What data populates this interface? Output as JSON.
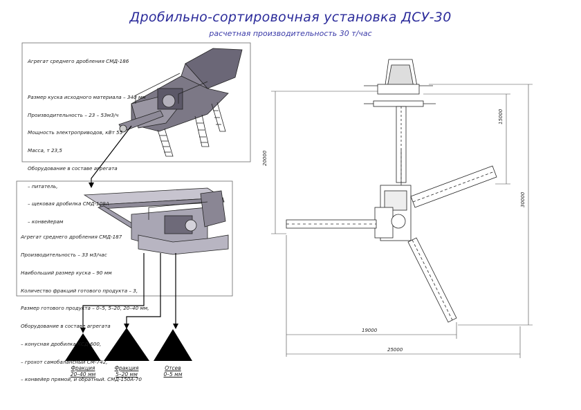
{
  "title": "Дробильно-сортировочная установка ДСУ-30",
  "subtitle": "расчетная производительность 30 т/час",
  "unit1": {
    "lines": [
      "Агрегат среднего дробления СМД-186",
      "",
      "Размер куска исходного материала – 340 мм",
      "Производительность – 23 – 53м3/ч",
      "Мощность электроприводов, кВт 55",
      "Масса, т 23,5",
      "Оборудование в составе агрегата",
      "– питатель,",
      "– щековая дробилка СМД-109А",
      "– конвейерам"
    ]
  },
  "unit2": {
    "lines": [
      "Агрегат среднего дробления СМД-187",
      "Производительность – 33 м3/час",
      "Наибольший размер куска – 90 мм",
      "Количество фракций готового продукта – 3,",
      "Размер готового продукта – 0–5, 5–20, 20–40 мм,",
      "Оборудование в составе агрегата",
      "– конусная дробилка КСД-600,",
      "– грохот самобалансный СМ-742,",
      "– конвейер прямой, и обратный. СМД-150А-70"
    ]
  },
  "fractions": [
    {
      "name": "Фракция",
      "size": "20–40 мм"
    },
    {
      "name": "Фракция",
      "size": "5–20 мм"
    },
    {
      "name": "Отсев",
      "size": "0–5 мм"
    }
  ],
  "dimensions": {
    "d20000": "20000",
    "d15000": "15000",
    "d30000": "30000",
    "d19000": "19000",
    "d25000": "25000"
  }
}
